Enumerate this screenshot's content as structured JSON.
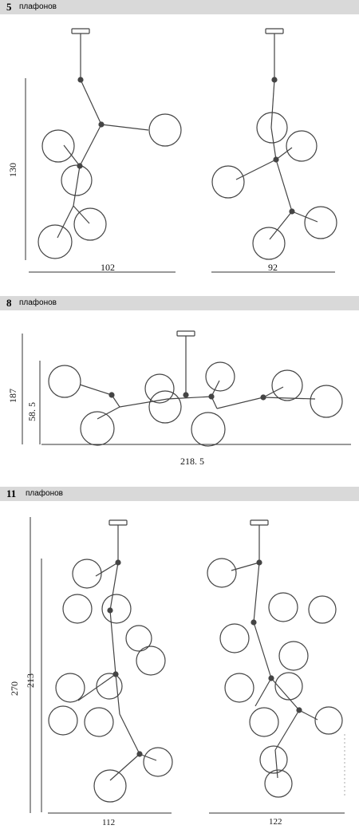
{
  "sections": [
    {
      "count": "5",
      "label": "плафонов"
    },
    {
      "count": "8",
      "label": "плафонов"
    },
    {
      "count": "11",
      "label": "плафонов"
    }
  ],
  "dimensions": {
    "s5_height": "130",
    "s5_width_left": "102",
    "s5_width_right": "92",
    "s8_height": "187",
    "s8_drop": "58. 5",
    "s8_width": "218. 5",
    "s11_height": "270",
    "s11_drop": "213",
    "s11_width_left": "112",
    "s11_width_right": "122"
  },
  "colors": {
    "header_bg": "#d9d9d9",
    "line": "#333333",
    "globe": "#555555"
  }
}
